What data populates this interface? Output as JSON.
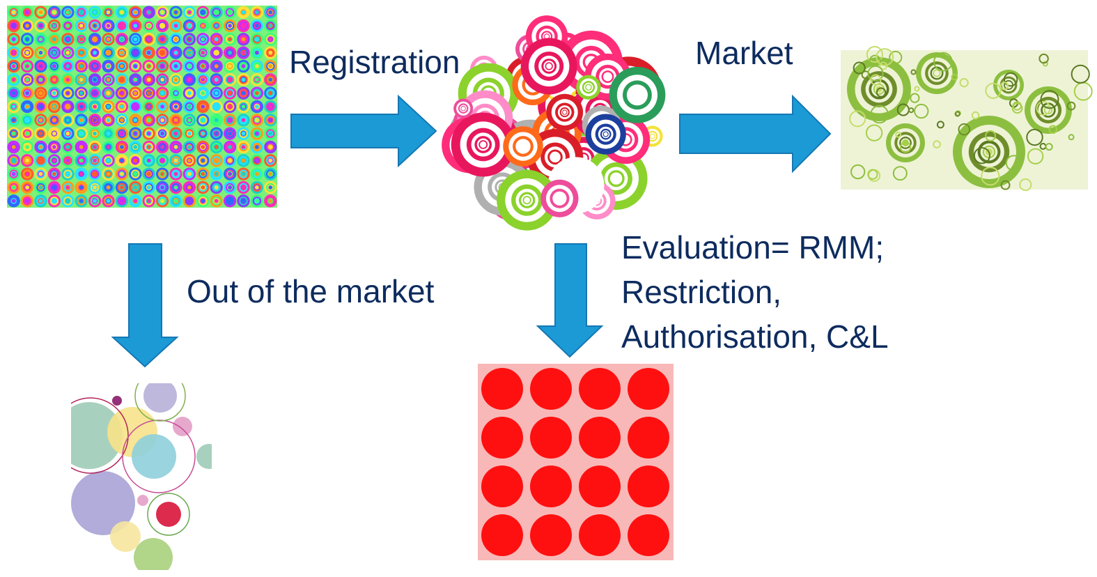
{
  "labels": {
    "registration": "Registration",
    "market": "Market",
    "out_of_market": "Out of the market",
    "evaluation_line1": "Evaluation= RMM;",
    "evaluation_line2": "Restriction,",
    "evaluation_line3": "Authorisation, C&L"
  },
  "colors": {
    "label_text": "#0d2b5e",
    "arrow_fill": "#1b9ad6",
    "arrow_stroke": "#1677b3",
    "restricted_bg": "#f9b8b8",
    "restricted_dot": "#ff1010",
    "market_bg": "#eef3d6",
    "market_green": "#8cbf3f"
  },
  "images": [
    {
      "name": "all-substances-grid-image",
      "depicts": "colorful concentric circle grid"
    },
    {
      "name": "registered-substances-cluster-image",
      "depicts": "cluster of colorful concentric circles"
    },
    {
      "name": "market-substances-image",
      "depicts": "green concentric circles"
    },
    {
      "name": "out-of-market-image",
      "depicts": "pastel overlapping circles"
    },
    {
      "name": "restricted-substances-image",
      "depicts": "red dots grid"
    }
  ]
}
